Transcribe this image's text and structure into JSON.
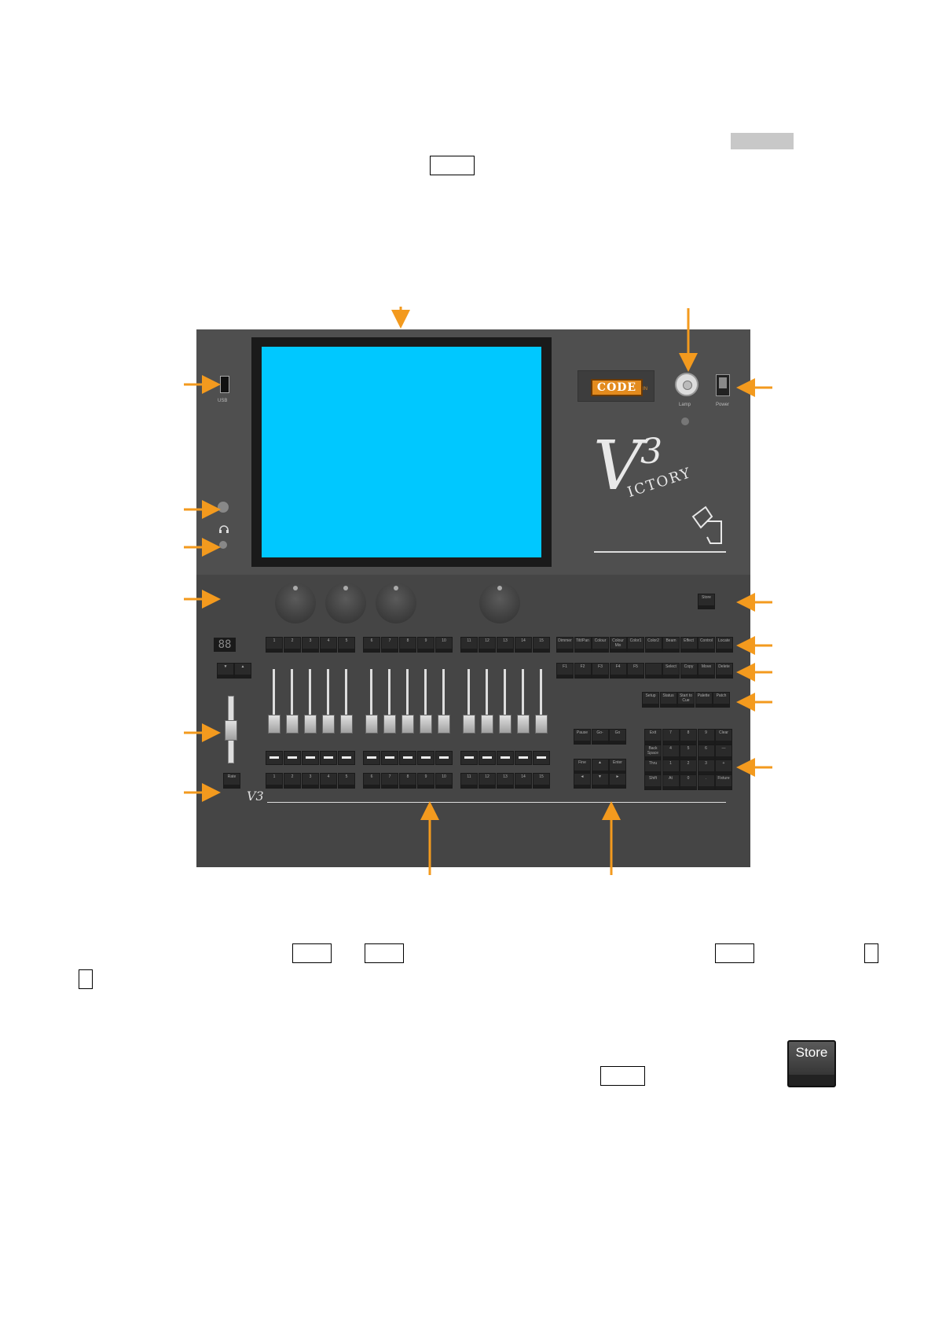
{
  "console": {
    "usb_label": "USB",
    "lamp_label": "Lamp",
    "power_label": "Power",
    "logo_text": "CODE",
    "logo_sup": "IN",
    "brand_v": "V",
    "brand_3": "3",
    "brand_ictory": "ICTORY",
    "footer_mark": "V3",
    "display_digits": "88",
    "store_key": "Store",
    "rate_key": "Rate",
    "playback_numbers_top": [
      "1",
      "2",
      "3",
      "4",
      "5",
      "6",
      "7",
      "8",
      "9",
      "10",
      "11",
      "12",
      "13",
      "14",
      "15"
    ],
    "playback_numbers_bottom": [
      "1",
      "2",
      "3",
      "4",
      "5",
      "6",
      "7",
      "8",
      "9",
      "10",
      "11",
      "12",
      "13",
      "14",
      "15"
    ],
    "attribute_keys": [
      "Dimmer",
      "Tilt/Pan",
      "Colour",
      "Colour Mix",
      "Color1",
      "Color2",
      "Beam",
      "Effect",
      "Control",
      "Locate"
    ],
    "function_keys": [
      "F1",
      "F2",
      "F3",
      "F4",
      "F5",
      "",
      "Select",
      "Copy",
      "Move",
      "Delete"
    ],
    "setup_keys": [
      "Setup",
      "Status",
      "Start to Cue",
      "Palette",
      "Patch"
    ],
    "cue_keys": [
      "Pause",
      "Go-",
      "Go"
    ],
    "nav_keys_top": [
      "Fine",
      "▲",
      "Enter"
    ],
    "nav_keys_bottom": [
      "◄",
      "▼",
      "►"
    ],
    "keypad": [
      [
        "Exit",
        "7",
        "8",
        "9",
        "Clear"
      ],
      [
        "Back Space",
        "4",
        "5",
        "6",
        "—"
      ],
      [
        "Thru",
        "1",
        "2",
        "3",
        "+"
      ],
      [
        "Shift",
        "At",
        "0",
        ".",
        "Fixture"
      ]
    ],
    "page_up": "▲",
    "page_down": "▼"
  },
  "page": {
    "big_store_label": "Store"
  },
  "colors": {
    "accent": "#f39a1e",
    "screen": "#00c8ff",
    "panel": "#4f4f4f"
  }
}
